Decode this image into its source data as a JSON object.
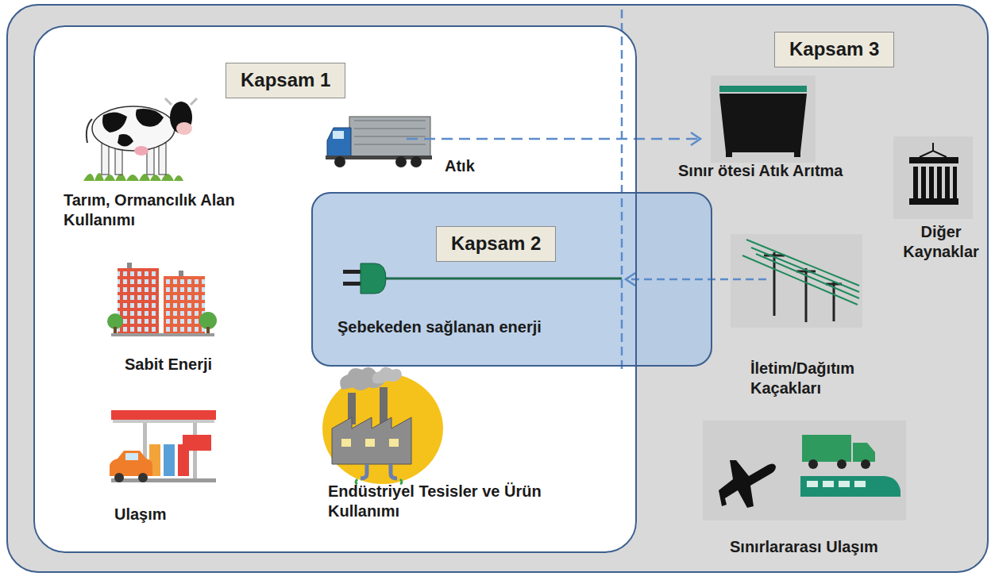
{
  "diagram": {
    "nodes": [
      {
        "text": [
          "Kapsam 3"
        ]
      },
      {
        "text": [
          "Kapsam 1"
        ],
        "in": 0
      },
      {
        "text": [
          "Kapsam 2"
        ],
        "in": 0
      }
    ],
    "labels": [
      "Tarım, Ormancılık Alan Kullanımı",
      "Sabit Enerji",
      "Ulaşım",
      "Endüstriyel Tesisler ve Ürün Kullanımı",
      "Atık",
      "Şebekeden sağlanan enerji",
      "Sınır ötesi Atık Arıtma",
      "Diğer Kaynaklar",
      "İletim/Dağıtım Kaçakları",
      "Sınırlararası Ulaşım"
    ]
  }
}
